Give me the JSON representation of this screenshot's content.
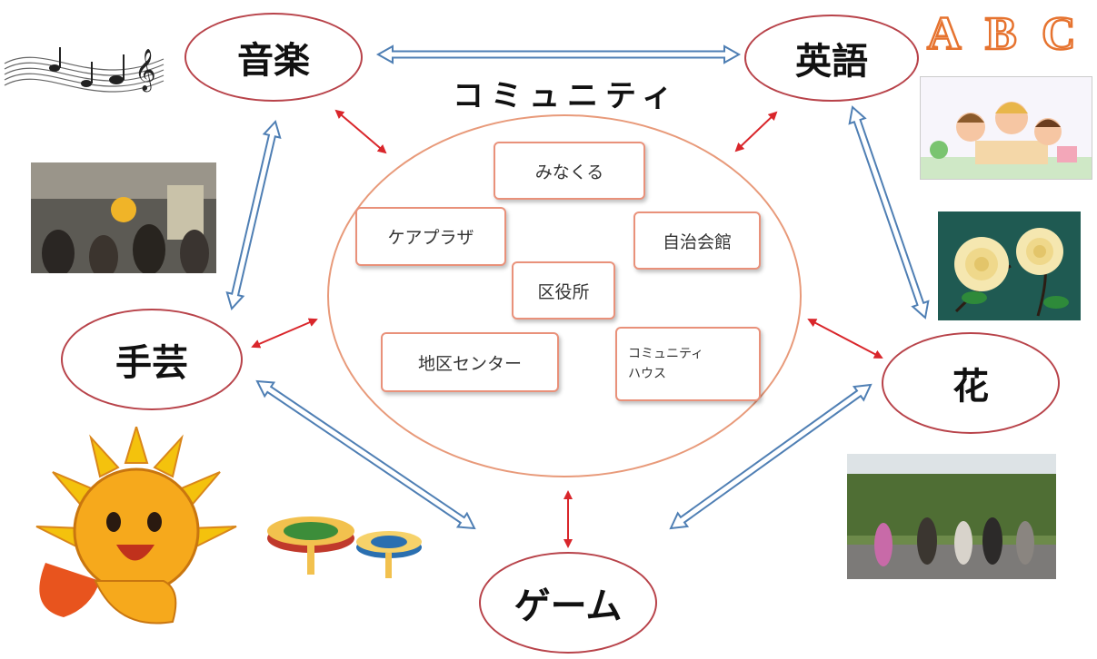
{
  "hub": {
    "title": "コミュニティ"
  },
  "facilities": [
    {
      "label": "みなくる"
    },
    {
      "label": "ケアプラザ"
    },
    {
      "label": "自治会館"
    },
    {
      "label": "区役所"
    },
    {
      "label": "地区センター"
    },
    {
      "label": "コミュニティ\nハウス"
    }
  ],
  "topics": [
    {
      "label": "音楽"
    },
    {
      "label": "英語"
    },
    {
      "label": "手芸"
    },
    {
      "label": "花"
    },
    {
      "label": "ゲーム"
    }
  ],
  "decor": {
    "abc_letters": [
      "A",
      "B",
      "C"
    ]
  },
  "colors": {
    "topic_border": "#b8434a",
    "hub_border": "#e89a7a",
    "double_arrow": "#4f7fb4",
    "red_arrow": "#d9262b"
  }
}
